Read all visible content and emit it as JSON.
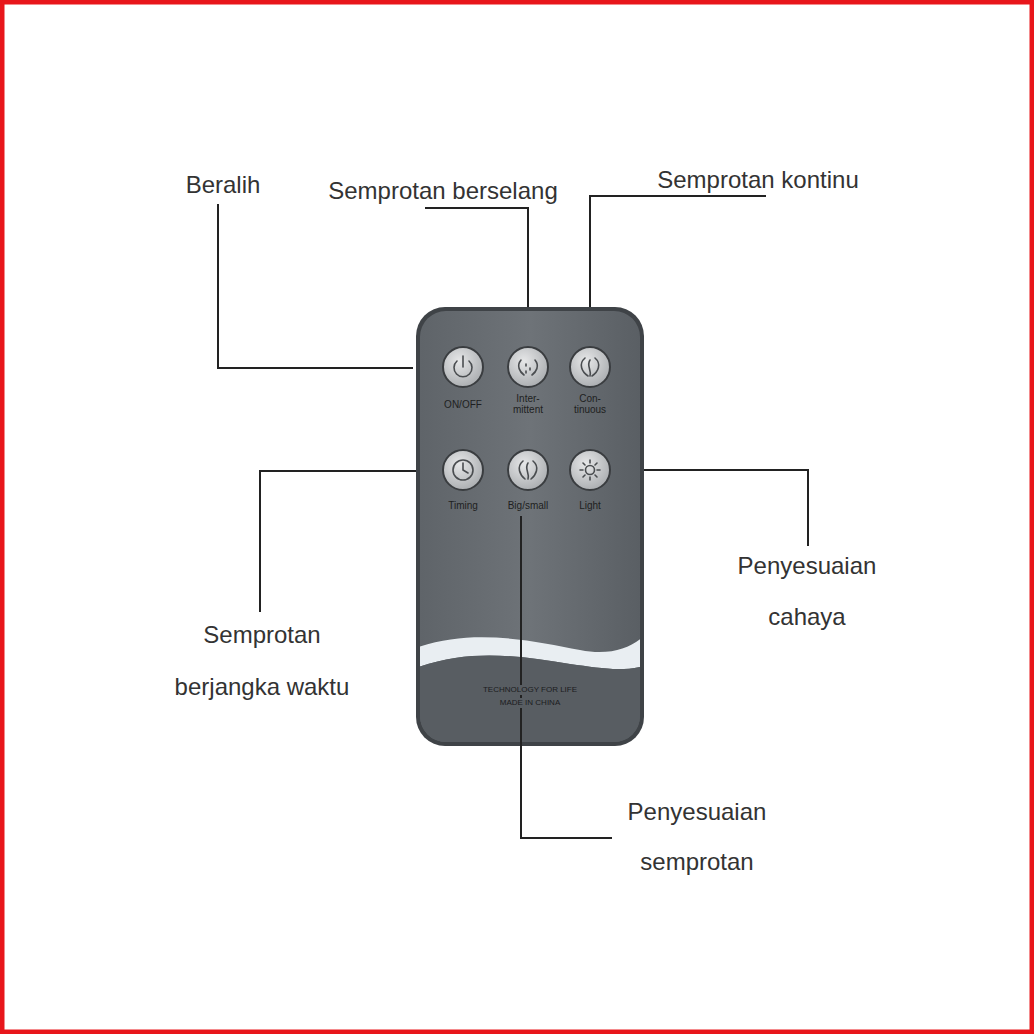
{
  "diagram": {
    "labels": [
      "Beralih",
      "Semprotan berselang",
      "Semprotan kontinu",
      "ON/OFF",
      "Inter- mittent",
      "Con- tinuous",
      "Timing",
      "Big/small",
      "Light",
      "Penyesuaian cahaya",
      "Semprotan berjangka waktu",
      "TECHNOLOGY FOR LIFE",
      "MADE IN CHINA",
      "Penyesuaian semprotan"
    ]
  }
}
